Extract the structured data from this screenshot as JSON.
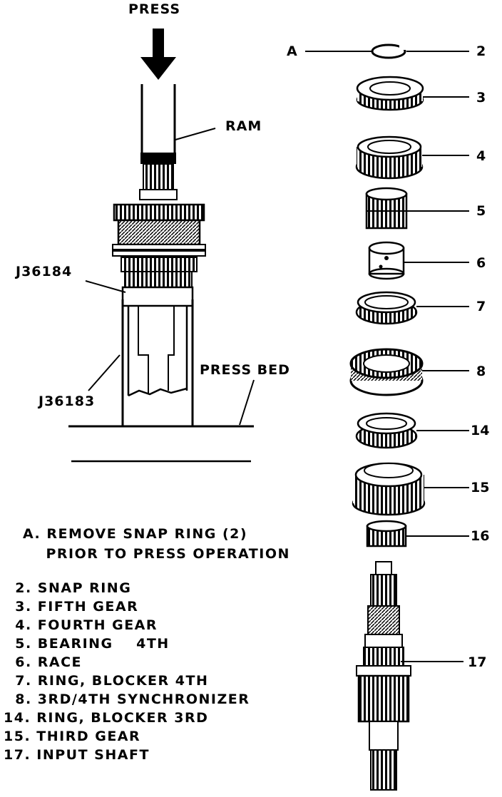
{
  "labels": {
    "press": "PRESS",
    "ram": "RAM",
    "tool_upper": "J36184",
    "tool_lower": "J36183",
    "press_bed": "PRESS BED",
    "a": "A"
  },
  "callouts": {
    "c2": "2",
    "c3": "3",
    "c4": "4",
    "c5": "5",
    "c6": "6",
    "c7": "7",
    "c8": "8",
    "c14": "14",
    "c15": "15",
    "c16": "16",
    "c17": "17"
  },
  "notes": {
    "a_line1": "A. REMOVE SNAP RING (2)",
    "a_line2": "    PRIOR TO PRESS OPERATION"
  },
  "legend": [
    "  2. SNAP RING",
    "  3. FIFTH GEAR",
    "  4. FOURTH GEAR",
    "  5. BEARING    4TH",
    "  6. RACE",
    "  7. RING, BLOCKER 4TH",
    "  8. 3RD/4TH SYNCHRONIZER",
    "14. RING, BLOCKER 3RD",
    "15. THIRD GEAR",
    "17. INPUT SHAFT"
  ]
}
